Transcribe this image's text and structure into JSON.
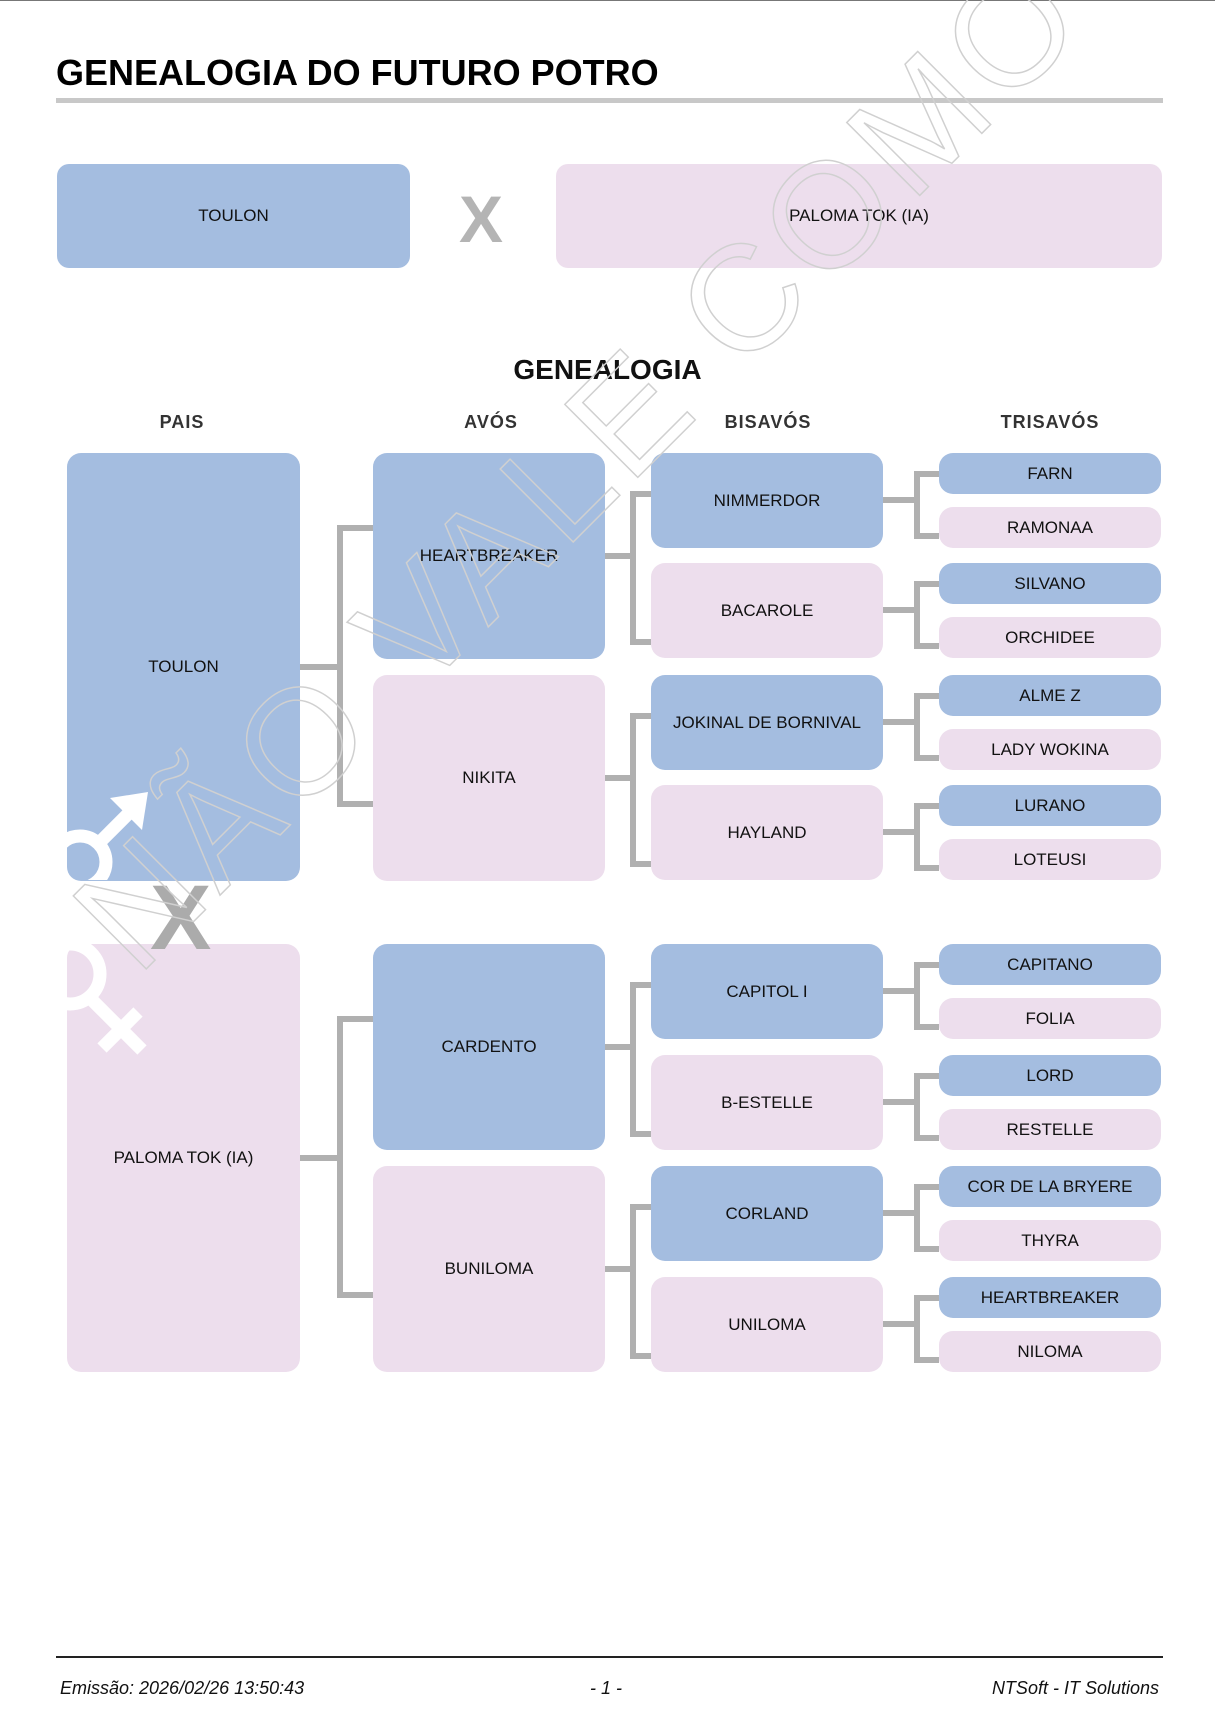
{
  "page": {
    "title": "GENEALOGIA DO FUTURO POTRO",
    "sire": "TOULON",
    "dam": "PALOMA TOK (IA)",
    "cross_symbol": "X",
    "section_title": "GENEALOGIA",
    "watermark": "NÃO VALE COMO REGISTRO"
  },
  "columns": [
    "PAIS",
    "AVÓS",
    "BISAVÓS",
    "TRISAVÓS"
  ],
  "colors": {
    "male": "#a4bde0",
    "female": "#eddeed",
    "connector": "#b0b0b0"
  },
  "pedigree": {
    "pais": [
      "TOULON",
      "PALOMA TOK (IA)"
    ],
    "avos": [
      "HEARTBREAKER",
      "NIKITA",
      "CARDENTO",
      "BUNILOMA"
    ],
    "bisavos": [
      "NIMMERDOR",
      "BACAROLE",
      "JOKINAL DE BORNIVAL",
      "HAYLAND",
      "CAPITOL I",
      "B-ESTELLE",
      "CORLAND",
      "UNILOMA"
    ],
    "trisavos": [
      "FARN",
      "RAMONAA",
      "SILVANO",
      "ORCHIDEE",
      "ALME Z",
      "LADY WOKINA",
      "LURANO",
      "LOTEUSI",
      "CAPITANO",
      "FOLIA",
      "LORD",
      "RESTELLE",
      "COR DE LA BRYERE",
      "THYRA",
      "HEARTBREAKER",
      "NILOMA"
    ]
  },
  "footer": {
    "emission": "Emissão: 2026/02/26 13:50:43",
    "page_number": "- 1 -",
    "company": "NTSoft - IT Solutions"
  }
}
